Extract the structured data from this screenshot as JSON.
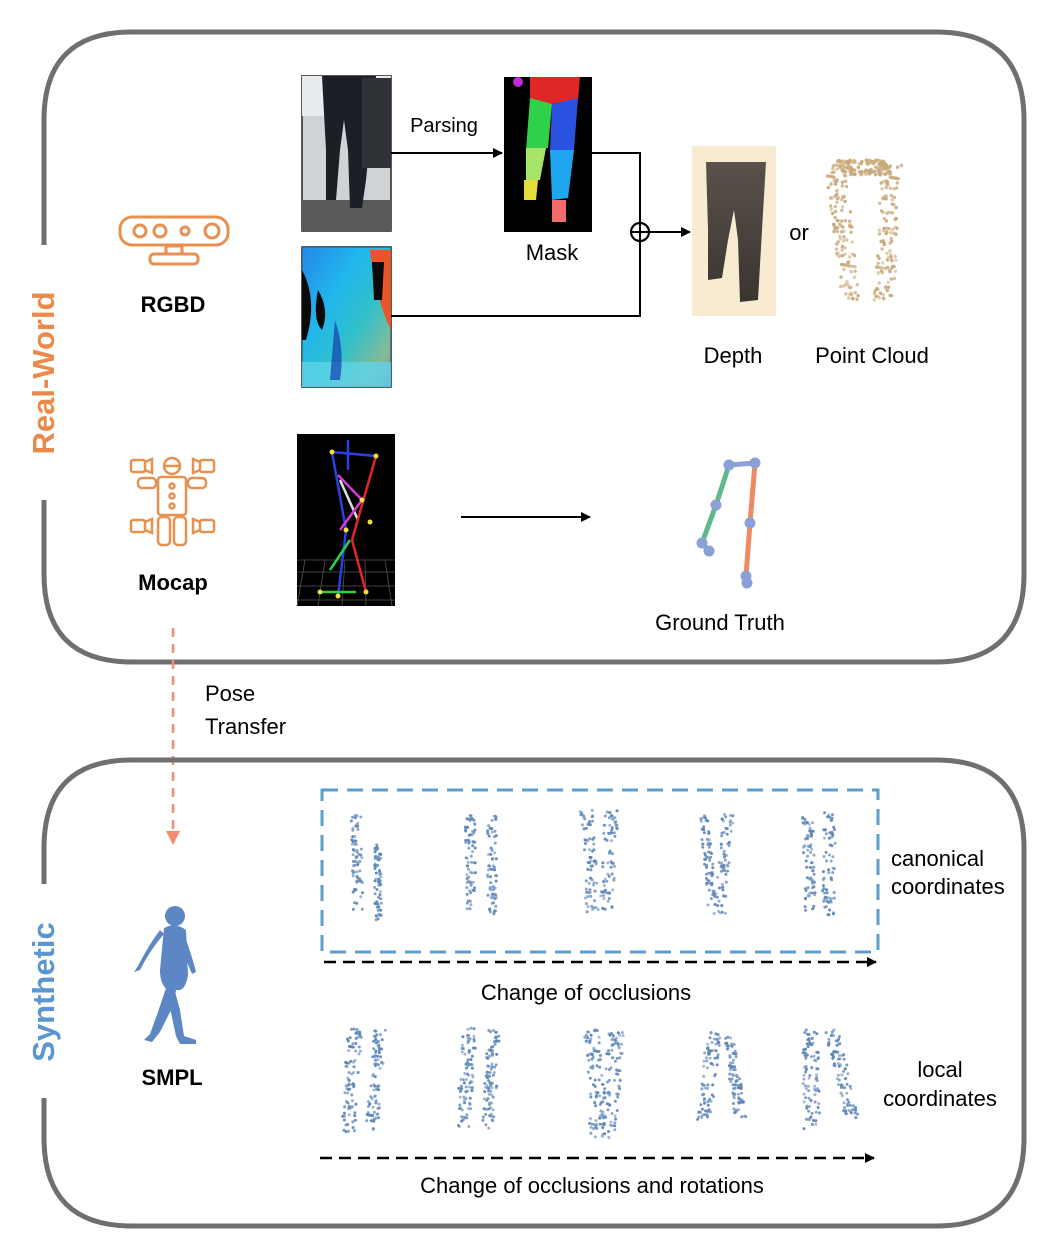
{
  "sections": {
    "real_world": {
      "label": "Real-World",
      "color": "#ea8a4a",
      "sensors": {
        "rgbd": "RGBD",
        "mocap": "Mocap"
      },
      "steps": {
        "parsing": "Parsing",
        "mask": "Mask",
        "or": "or",
        "depth": "Depth",
        "point_cloud": "Point Cloud",
        "ground_truth": "Ground Truth"
      }
    },
    "transfer": {
      "line1": "Pose",
      "line2": "Transfer",
      "color": "#f28c6a"
    },
    "synthetic": {
      "label": "Synthetic",
      "color": "#5a96cf",
      "model": "SMPL",
      "rows": {
        "canonical_line1": "canonical",
        "canonical_line2": "coordinates",
        "canonical_caption": "Change of occlusions",
        "local_line1": "local",
        "local_line2": "coordinates",
        "local_caption": "Change of occlusions and rotations"
      }
    }
  },
  "colors": {
    "frame": "#6f6f6f",
    "icon_orange": "#e8904f",
    "cloud_blue": "#5d86b8",
    "dashed_box": "#5c9fcc",
    "skeleton_left": "#5fb98c",
    "skeleton_right": "#ee8a63",
    "joint": "#8aa0d6"
  }
}
